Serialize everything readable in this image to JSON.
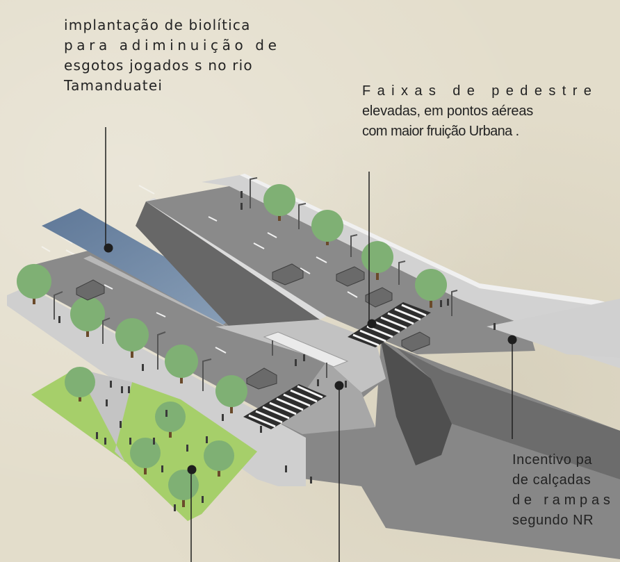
{
  "annotations": {
    "biolitica": {
      "lines": [
        "implantação de biolítica",
        "para adiminuição de",
        "esgotos jogados s no rio",
        "Tamanduatei"
      ]
    },
    "faixas": {
      "lines": [
        "Faixas de pedestre",
        "elevadas, em pontos aéreas",
        "com maior fruição Urbana ."
      ]
    },
    "calcadas": {
      "lines": [
        "Incentivo pa",
        "de calçadas",
        "de rampas",
        "segundo NR"
      ]
    }
  },
  "colors": {
    "background": "#e3ddcb",
    "road": "#7d7d7d",
    "sidewalk": "#c9c9c9",
    "river": "#6f85a1",
    "grass": "#a6cf6a",
    "tree": "#7fb074",
    "wall": "#5a5a5a"
  }
}
